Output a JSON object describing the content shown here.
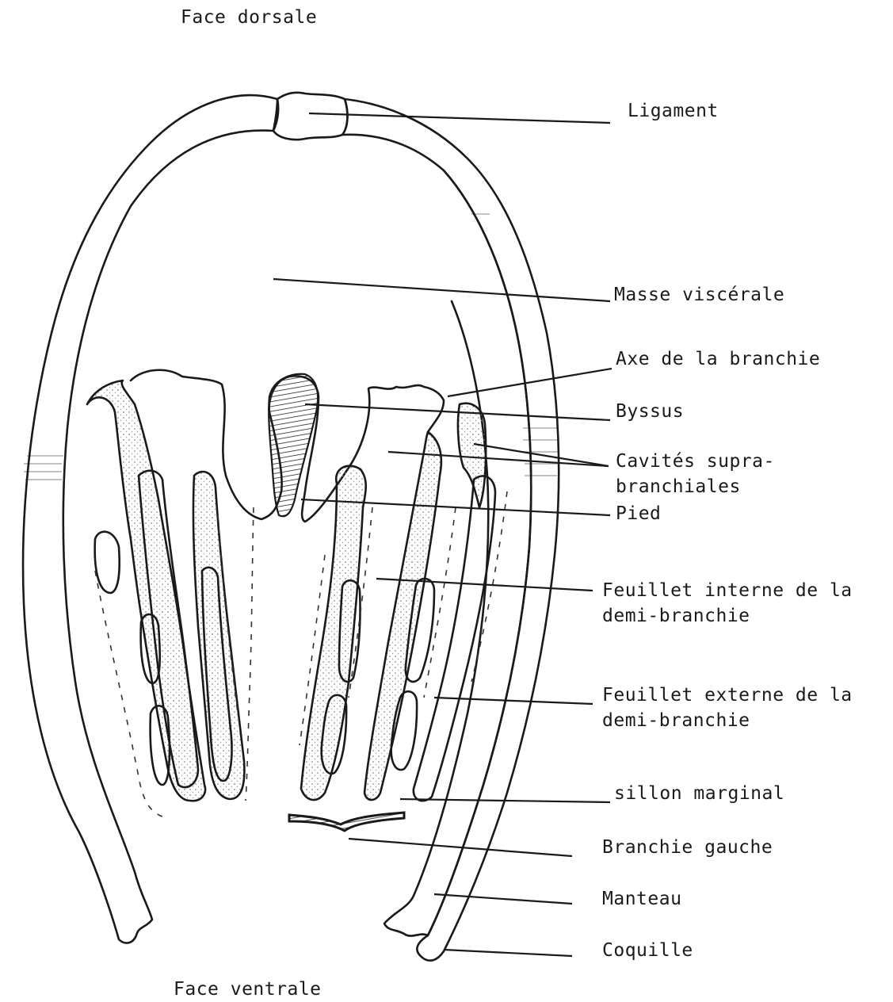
{
  "orientation": {
    "top": "Face dorsale",
    "bottom": "Face ventrale"
  },
  "labels": {
    "ligament": "Ligament",
    "masse_viscerale": "Masse viscérale",
    "axe_branchie": "Axe de la branchie",
    "byssus": "Byssus",
    "cavites_line1": "Cavités supra-",
    "cavites_line2": "branchiales",
    "pied": "Pied",
    "feuillet_interne_line1": "Feuillet interne de la",
    "feuillet_interne_line2": "demi-branchie",
    "feuillet_externe_line1": "Feuillet externe de la",
    "feuillet_externe_line2": "demi-branchie",
    "sillon_marginal": "sillon marginal",
    "branchie_gauche": "Branchie gauche",
    "manteau": "Manteau",
    "coquille": "Coquille"
  },
  "colors": {
    "ink": "#1a1a1a",
    "paper": "#ffffff",
    "stipple": "#8a8a8a"
  }
}
